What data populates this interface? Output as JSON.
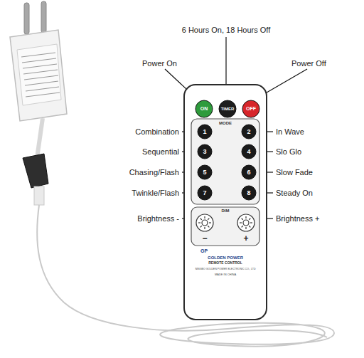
{
  "diagram": {
    "nodes": [
      {
        "text": [
          "GOLDEN POWER",
          "REMOTE CONTROL",
          "NINGBO GOLDEN POWER ELECTRONIC CO., LTD",
          "MADE IN CHINA"
        ]
      },
      {
        "text": [
          "ON"
        ],
        "in": 0
      },
      {
        "text": [
          "TIMER"
        ],
        "in": 0
      },
      {
        "text": [
          "OFF"
        ],
        "in": 0
      },
      {
        "text": [
          "MODE"
        ],
        "in": 0
      },
      {
        "text": [
          "1"
        ],
        "in": 4
      },
      {
        "text": [
          "2"
        ],
        "in": 4
      },
      {
        "text": [
          "3"
        ],
        "in": 4
      },
      {
        "text": [
          "4"
        ],
        "in": 4
      },
      {
        "text": [
          "5"
        ],
        "in": 4
      },
      {
        "text": [
          "6"
        ],
        "in": 4
      },
      {
        "text": [
          "7"
        ],
        "in": 4
      },
      {
        "text": [
          "8"
        ],
        "in": 4
      },
      {
        "text": [
          "DIM",
          "−",
          "+"
        ],
        "in": 0
      }
    ],
    "labels": [
      "6 Hours On, 18 Hours Off",
      "Power On",
      "Power Off",
      "Combination",
      "In Wave",
      "Sequential",
      "Slo Glo",
      "Chasing/Flash",
      "Slow Fade",
      "Twinkle/Flash",
      "Steady On",
      "Brightness -",
      "Brightness +",
      "GP"
    ]
  }
}
